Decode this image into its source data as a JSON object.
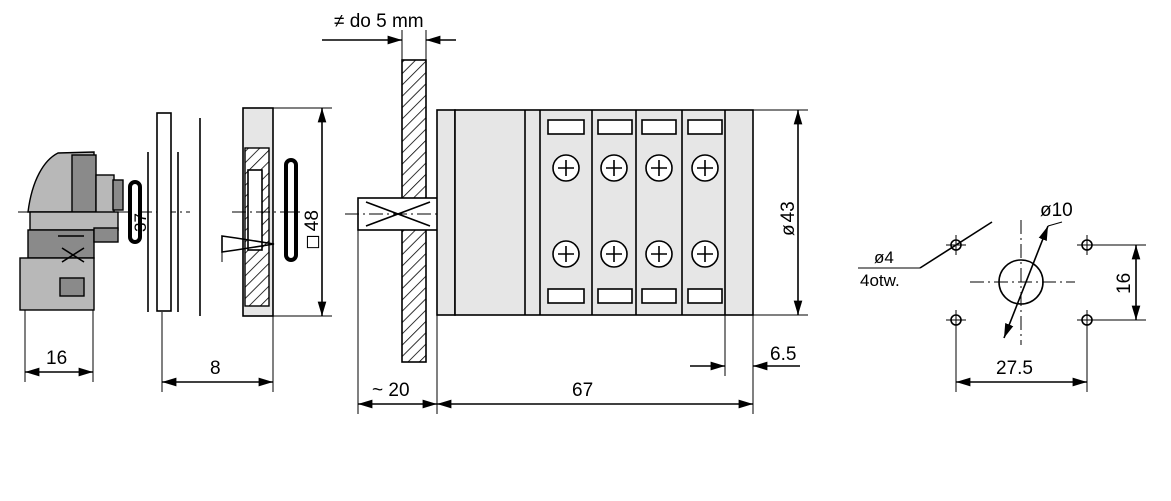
{
  "dimensions": {
    "panel_thickness": "≠ do 5 mm",
    "cover_depth": "16",
    "gap": "8",
    "mount_height_symbol": "◻",
    "mount_height": "48",
    "body_height_symbol": "ø",
    "body_height": "43",
    "shaft_length": "~ 20",
    "body_length": "67",
    "end_plate": "6.5",
    "handle_value": "37",
    "hole_center_diameter": "ø10",
    "hole_small_diameter": "ø4",
    "hole_count": "4otw.",
    "hole_spacing_vertical": "16",
    "hole_spacing_horizontal": "27.5"
  },
  "colors": {
    "line": "#000000",
    "fill_light": "#e6e6e6",
    "fill_mid": "#b8b8b8",
    "fill_dark": "#8a8a8a",
    "background": "#ffffff"
  }
}
